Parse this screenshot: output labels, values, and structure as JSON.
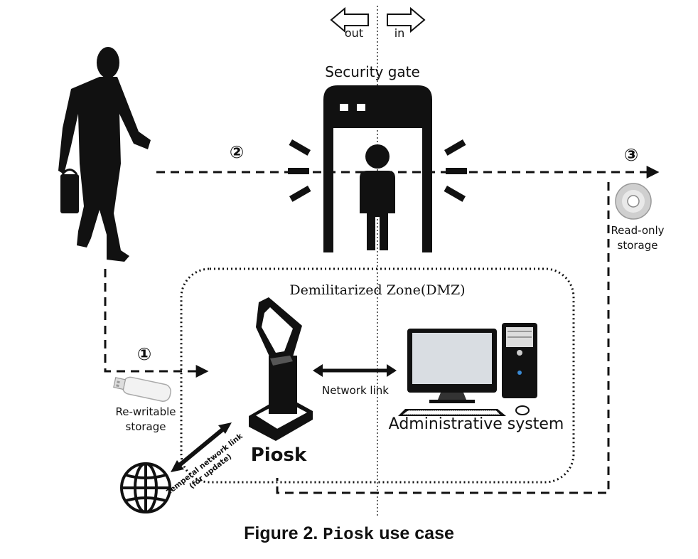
{
  "figure": {
    "caption_prefix": "Figure 2.",
    "caption_code": "Piosk",
    "caption_suffix": "use case"
  },
  "direction": {
    "out": "out",
    "in": "in"
  },
  "labels": {
    "security_gate": "Security gate",
    "dmz": "Demilitarized Zone(DMZ)",
    "network_link": "Network link",
    "temp_link_line1": "Temperal network link",
    "temp_link_line2": "(for update)",
    "piosk": "Piosk",
    "admin": "Administrative system",
    "rewritable_line1": "Re-writable",
    "rewritable_line2": "storage",
    "readonly_line1": "Read-only",
    "readonly_line2": "storage"
  },
  "steps": {
    "one": "①",
    "two": "②",
    "three": "③"
  },
  "icons": [
    "person-silhouette-icon",
    "security-gate-icon",
    "usb-drive-icon",
    "cd-disc-icon",
    "globe-icon",
    "kiosk-icon",
    "desktop-computer-icon"
  ],
  "colors": {
    "ink": "#111111",
    "screen": "#d9dde2",
    "dim": "#777777"
  }
}
